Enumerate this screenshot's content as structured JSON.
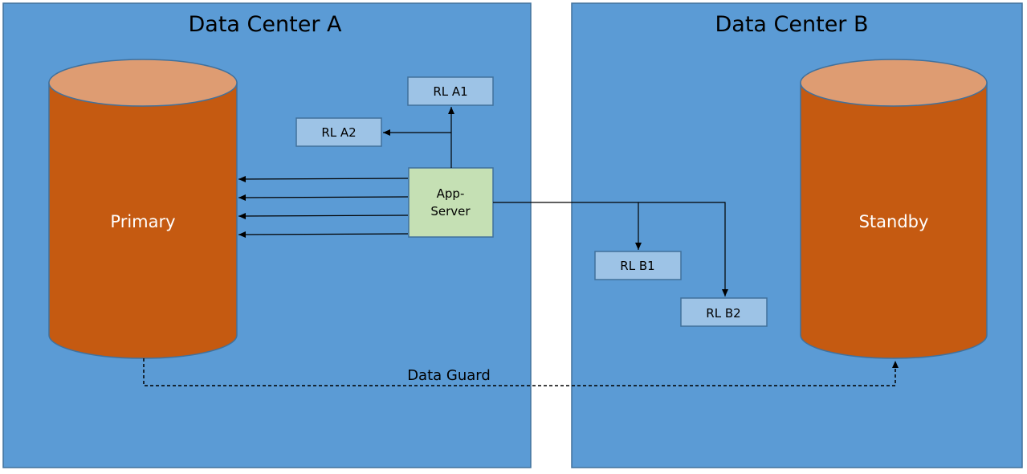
{
  "data_centers": {
    "a": {
      "title": "Data Center A"
    },
    "b": {
      "title": "Data Center B"
    }
  },
  "databases": {
    "primary": {
      "label": "Primary"
    },
    "standby": {
      "label": "Standby"
    }
  },
  "app_server": {
    "line1": "App-",
    "line2": "Server"
  },
  "redo_logs": {
    "a1": "RL A1",
    "a2": "RL A2",
    "b1": "RL B1",
    "b2": "RL B2"
  },
  "replication": {
    "label": "Data Guard"
  },
  "colors": {
    "data_center_fill": "#5B9BD5",
    "data_center_border": "#41719C",
    "cylinder_body": "#C55A11",
    "cylinder_top": "#DE9C72",
    "cylinder_border": "#41719C",
    "redo_log_fill": "#9DC3E6",
    "app_server_fill": "#C5E0B4",
    "connector": "#000000"
  }
}
